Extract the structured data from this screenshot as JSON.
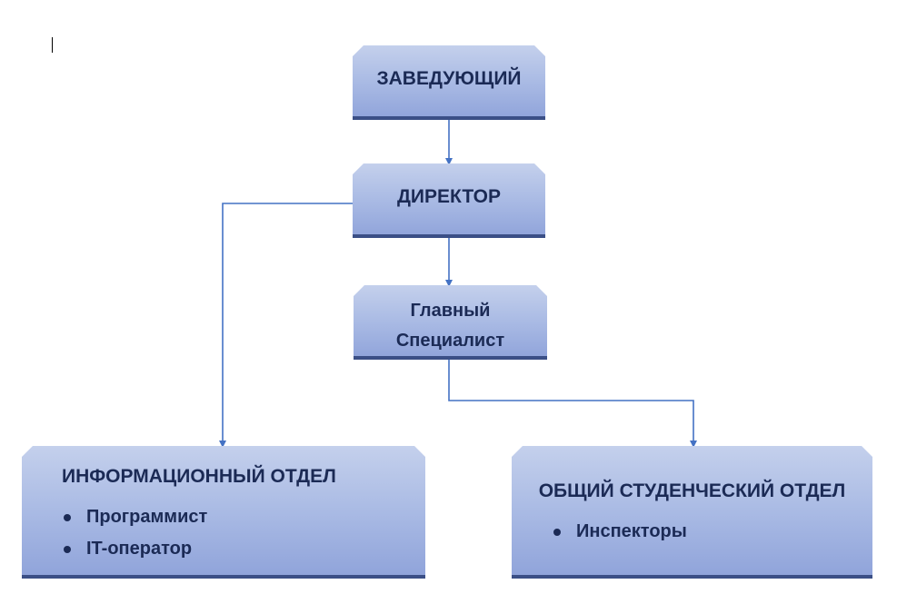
{
  "nodes": {
    "head": {
      "title": "ЗАВЕДУЮЩИЙ"
    },
    "director": {
      "title": "ДИРЕКТОР"
    },
    "chief": {
      "title_line1": "Главный",
      "title_line2": "Специалист"
    },
    "info_dept": {
      "title": "ИНФОРМАЦИОННЫЙ ОТДЕЛ",
      "items": [
        "Программист",
        "IT-оператор"
      ]
    },
    "student_dept": {
      "title": "ОБЩИЙ СТУДЕНЧЕСКИЙ ОТДЕЛ",
      "items": [
        "Инспекторы"
      ]
    }
  },
  "colors": {
    "connector": "#4472c4",
    "text": "#1b2a55"
  }
}
